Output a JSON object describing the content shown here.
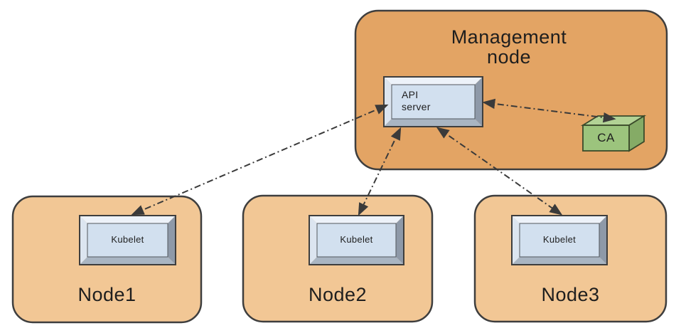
{
  "management_node": {
    "label": "Management node",
    "api_server_label": "API server",
    "ca_label": "CA"
  },
  "nodes": [
    {
      "label": "Node1",
      "component": "Kubelet"
    },
    {
      "label": "Node2",
      "component": "Kubelet"
    },
    {
      "label": "Node3",
      "component": "Kubelet"
    }
  ],
  "connections": [
    {
      "from": "API server",
      "to": "Kubelet (Node1)",
      "style": "dash-dot",
      "bidirectional": true
    },
    {
      "from": "API server",
      "to": "Kubelet (Node2)",
      "style": "dash-dot",
      "bidirectional": true
    },
    {
      "from": "API server",
      "to": "Kubelet (Node3)",
      "style": "dash-dot",
      "bidirectional": true
    },
    {
      "from": "API server",
      "to": "CA",
      "style": "dash-dot",
      "bidirectional": true
    }
  ],
  "colors": {
    "background": "#FFFFFF",
    "management_fill": "#E3A464",
    "node_fill": "#F2C795",
    "border": "#3E3E3E",
    "box_face": "#D2E0EF",
    "bevel_light": "#EDF2F9",
    "bevel_dark": "#8E99A8",
    "ca_front": "#9CC47D",
    "ca_top": "#B2D295",
    "ca_side": "#85AB66",
    "arrow": "#3A3A3A"
  }
}
